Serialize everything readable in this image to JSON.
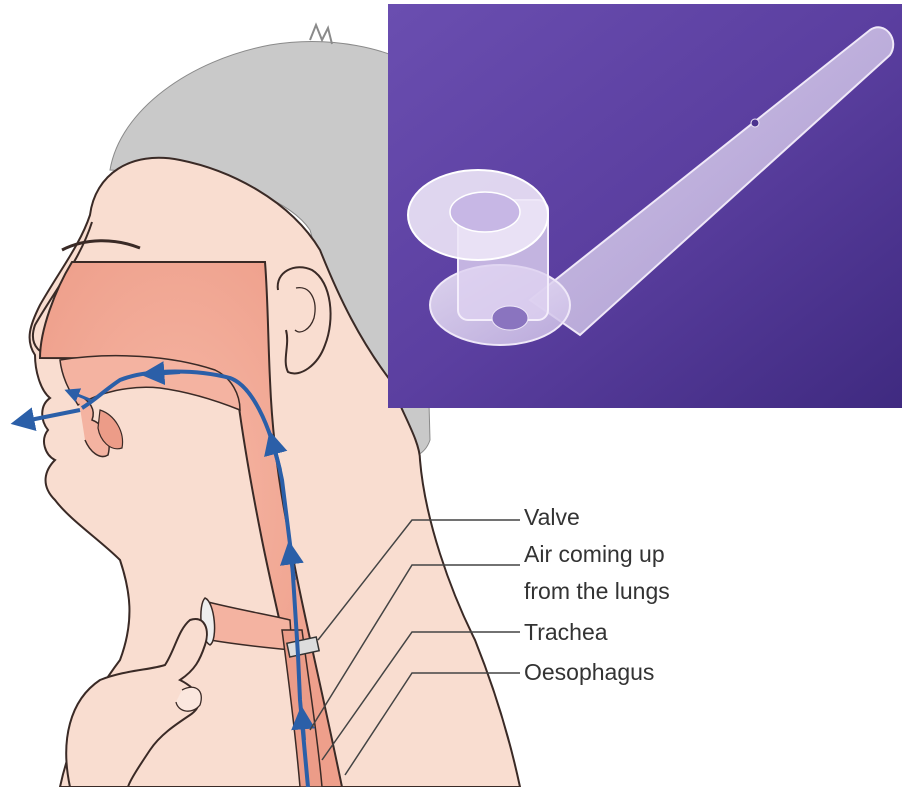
{
  "labels": {
    "valve": "Valve",
    "air_line1": "Air coming up",
    "air_line2": "from the lungs",
    "trachea": "Trachea",
    "oesophagus": "Oesophagus"
  },
  "colors": {
    "skin": "#f9ddd0",
    "skin_outline": "#3a2a26",
    "hair": "#c9c9c9",
    "airway": "#ec9c88",
    "airway_light": "#f4b3a1",
    "airflow_arrow": "#2b5fa8",
    "photo_bg": "#5b3fa0",
    "device": "#e8dff4",
    "leader_line": "#444444",
    "label_text": "#333333"
  }
}
